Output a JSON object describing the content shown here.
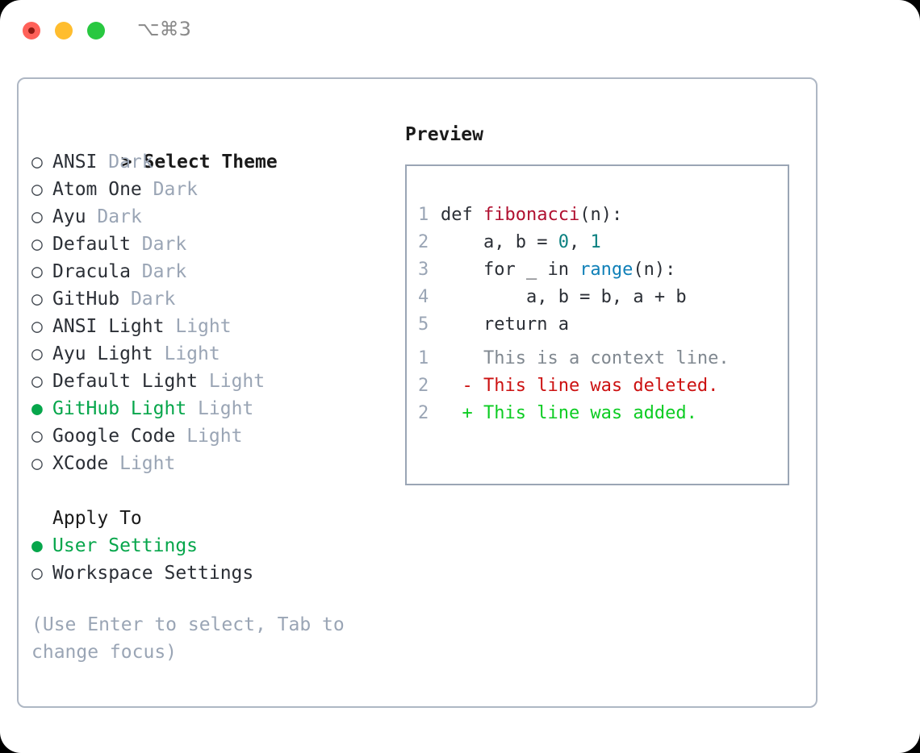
{
  "window": {
    "shortcut_label": "⌥⌘3",
    "traffic_lights": [
      "close",
      "minimize",
      "maximize"
    ]
  },
  "left_panel": {
    "select_theme": {
      "prompt": ">",
      "title": "Select Theme",
      "marker_unselected": "○",
      "marker_selected": "●",
      "items": [
        {
          "marker": "○",
          "name": "ANSI",
          "variant": "Dark",
          "selected": false
        },
        {
          "marker": "○",
          "name": "Atom One",
          "variant": "Dark",
          "selected": false
        },
        {
          "marker": "○",
          "name": "Ayu",
          "variant": "Dark",
          "selected": false
        },
        {
          "marker": "○",
          "name": "Default",
          "variant": "Dark",
          "selected": false
        },
        {
          "marker": "○",
          "name": "Dracula",
          "variant": "Dark",
          "selected": false
        },
        {
          "marker": "○",
          "name": "GitHub",
          "variant": "Dark",
          "selected": false
        },
        {
          "marker": "○",
          "name": "ANSI Light",
          "variant": "Light",
          "selected": false
        },
        {
          "marker": "○",
          "name": "Ayu Light",
          "variant": "Light",
          "selected": false
        },
        {
          "marker": "○",
          "name": "Default Light",
          "variant": "Light",
          "selected": false
        },
        {
          "marker": "●",
          "name": "GitHub Light",
          "variant": "Light",
          "selected": true
        },
        {
          "marker": "○",
          "name": "Google Code",
          "variant": "Light",
          "selected": false
        },
        {
          "marker": "○",
          "name": "XCode",
          "variant": "Light",
          "selected": false
        }
      ]
    },
    "apply_to": {
      "title": "Apply To",
      "items": [
        {
          "marker": "●",
          "name": "User Settings",
          "selected": true
        },
        {
          "marker": "○",
          "name": "Workspace Settings",
          "selected": false
        }
      ]
    },
    "hint": "(Use Enter to select, Tab to change focus)"
  },
  "right_panel": {
    "title": "Preview",
    "code_lines": [
      {
        "num": "1",
        "tokens": [
          {
            "t": "def ",
            "c": "plain"
          },
          {
            "t": "fibonacci",
            "c": "fn"
          },
          {
            "t": "(n):",
            "c": "plain"
          }
        ]
      },
      {
        "num": "2",
        "tokens": [
          {
            "t": "    a, b = ",
            "c": "plain"
          },
          {
            "t": "0",
            "c": "num"
          },
          {
            "t": ", ",
            "c": "plain"
          },
          {
            "t": "1",
            "c": "num"
          }
        ]
      },
      {
        "num": "3",
        "tokens": [
          {
            "t": "    for _ in ",
            "c": "plain"
          },
          {
            "t": "range",
            "c": "call"
          },
          {
            "t": "(n):",
            "c": "plain"
          }
        ]
      },
      {
        "num": "4",
        "tokens": [
          {
            "t": "        a, b = b, a + b",
            "c": "plain"
          }
        ]
      },
      {
        "num": "5",
        "tokens": [
          {
            "t": "    return a",
            "c": "plain"
          }
        ]
      }
    ],
    "diff_lines": [
      {
        "num": "1",
        "sign": " ",
        "text": "This is a context line.",
        "kind": "ctx"
      },
      {
        "num": "2",
        "sign": "-",
        "text": "This line was deleted.",
        "kind": "del"
      },
      {
        "num": "2",
        "sign": "+",
        "text": "This line was added.",
        "kind": "add"
      }
    ]
  },
  "colors": {
    "selected_green": "#06a64b",
    "variant_gray": "#9aa5b5",
    "panel_border": "#aeb7c4",
    "syntax_function": "#b01030",
    "syntax_number": "#0a8080",
    "syntax_call": "#1080b8",
    "diff_deleted": "#cc1111",
    "diff_added": "#0ccc22",
    "diff_context": "#808890"
  }
}
